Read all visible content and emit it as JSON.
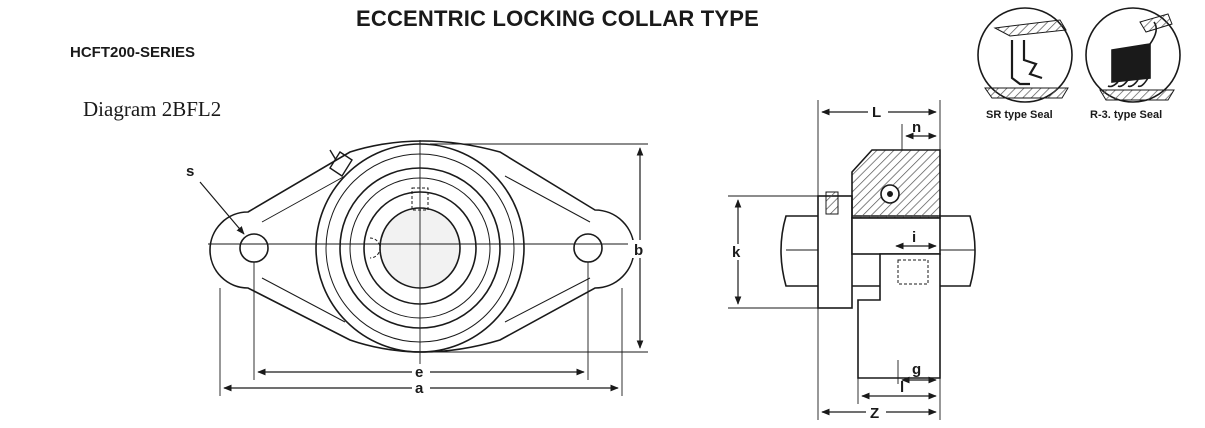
{
  "header": {
    "title": "ECCENTRIC LOCKING COLLAR TYPE",
    "series": "HCFT200-SERIES",
    "diagram_label": "Diagram 2BFL2"
  },
  "seals": {
    "sr_label": "SR type Seal",
    "r3_label": "R-3. type Seal"
  },
  "dimensions": {
    "s": "s",
    "b": "b",
    "e": "e",
    "a": "a",
    "L": "L",
    "n": "n",
    "k": "k",
    "i": "i",
    "g": "g",
    "l": "l",
    "Z": "Z"
  },
  "colors": {
    "ink": "#1a1a1a",
    "hatch": "#555555"
  }
}
